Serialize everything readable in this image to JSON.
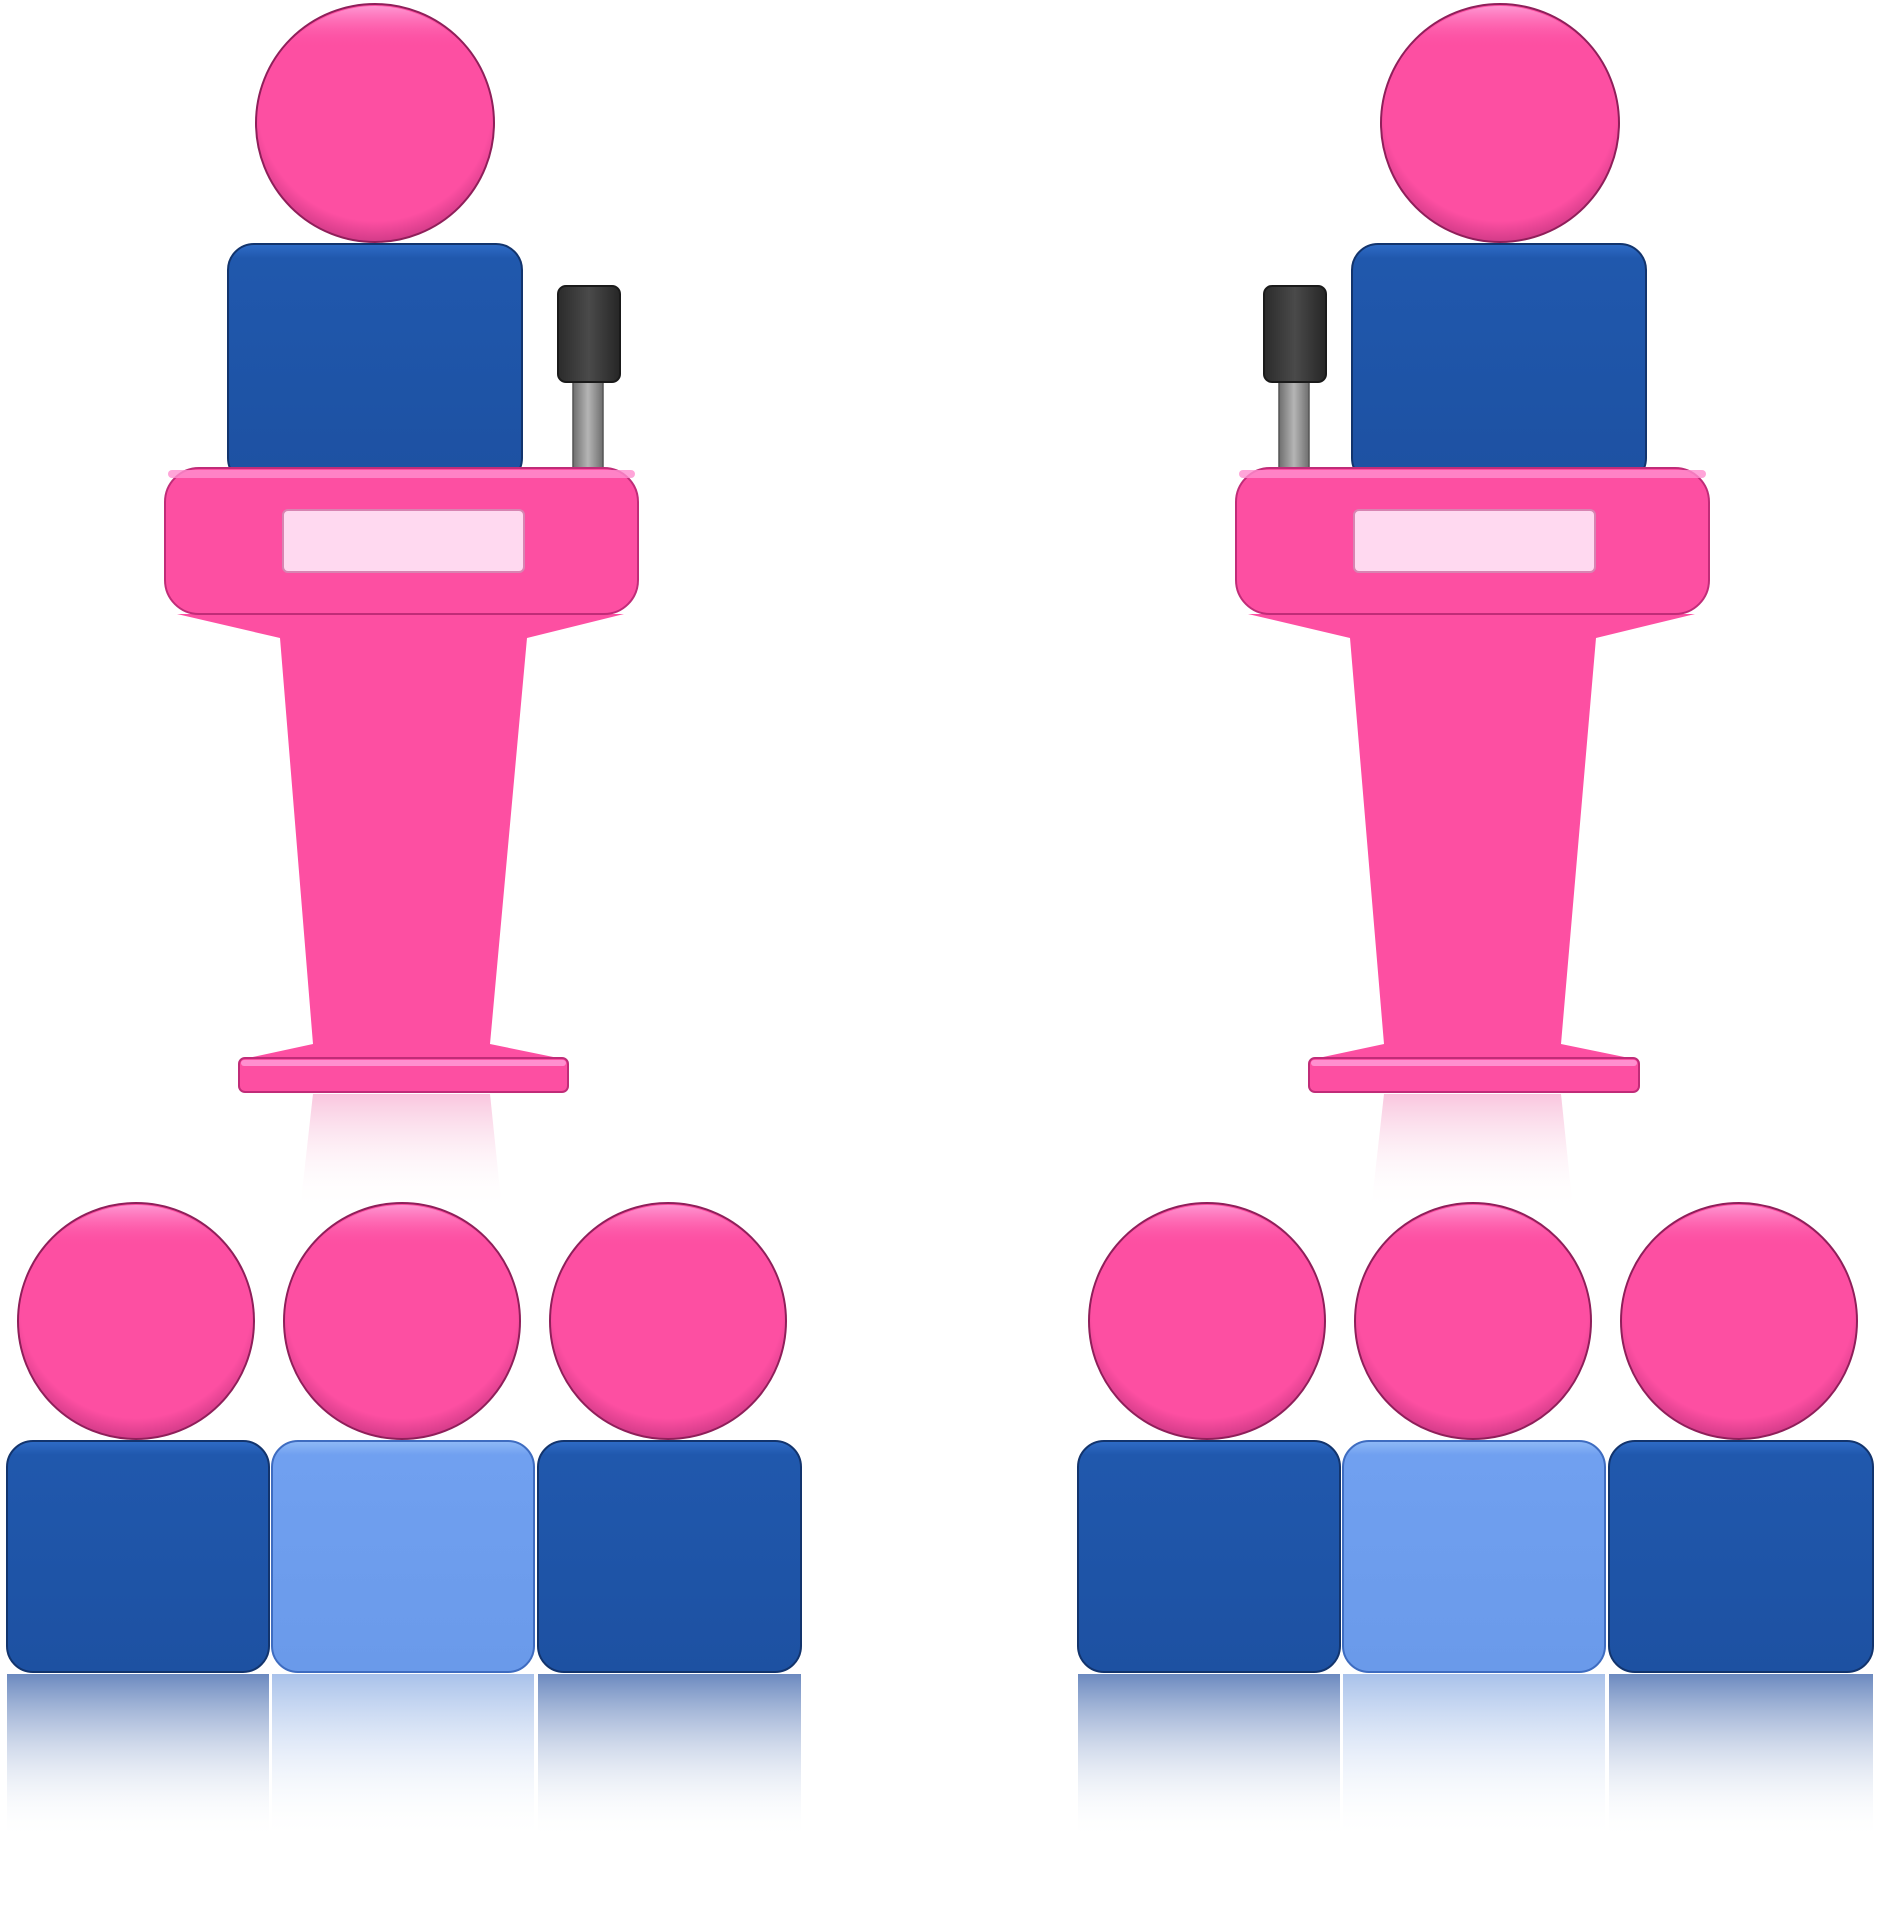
{
  "scene": {
    "description_free": true,
    "groups": [
      {
        "id": "left",
        "microphone_side": "right"
      },
      {
        "id": "right",
        "microphone_side": "left"
      }
    ],
    "audience_per_group": 3,
    "highlighted_audience_index": 1
  },
  "colors": {
    "background": "#ffffff",
    "pink": "#fd4fa2",
    "pink_dark": "#a02566",
    "pink_light": "#ff8fcf",
    "nameplate": "#ffd9f0",
    "blue_dark": "#2058ad",
    "blue_dark_edge": "#12346d",
    "blue_light": "#70a0f0",
    "blue_light_edge": "#3e6cc0",
    "mic_head": "#3a3a3a",
    "mic_stem": "#8c8c8c"
  },
  "icons": {
    "speaker": "speaker-icon",
    "lectern": "lectern-icon",
    "microphone": "microphone-icon",
    "audience_member": "person-icon"
  }
}
